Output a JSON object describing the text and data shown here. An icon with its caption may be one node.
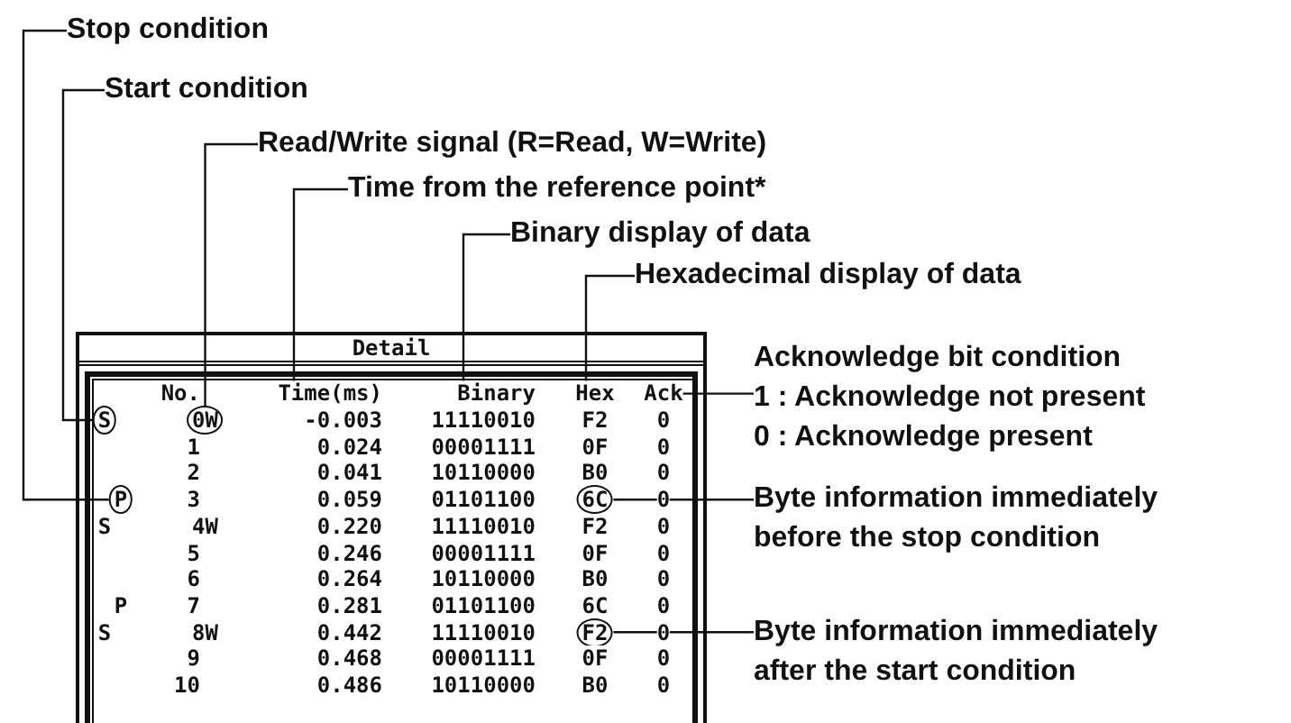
{
  "diagram": {
    "nodes": [
      {
        "text": [
          "Stop condition"
        ]
      },
      {
        "text": [
          "Start condition"
        ]
      },
      {
        "text": [
          "Read/Write signal (R=Read, W=Write)"
        ]
      },
      {
        "text": [
          "Time from the reference point*"
        ]
      },
      {
        "text": [
          "Binary display of data"
        ]
      },
      {
        "text": [
          "Hexadecimal display of data"
        ]
      },
      {
        "text": [
          "Detail"
        ]
      },
      {
        "text": [
          "Time(ms)"
        ],
        "in": 6
      },
      {
        "text": [
          "Binary"
        ],
        "in": 6
      },
      {
        "text": [
          "Hex"
        ],
        "in": 6
      },
      {
        "text": [
          "Ack"
        ],
        "in": 6
      },
      {
        "text": [
          "Acknowledge bit condition",
          "1 : Acknowledge not present",
          "0 : Acknowledge present"
        ]
      },
      {
        "text": [
          "S"
        ],
        "in": 6
      },
      {
        "text": [
          "0W"
        ],
        "in": 6
      },
      {
        "text": [
          "P"
        ],
        "in": 6
      },
      {
        "text": [
          "6C"
        ],
        "in": 6
      },
      {
        "text": [
          "Byte information immediately before the stop condition"
        ]
      },
      {
        "text": [
          "F2"
        ],
        "in": 6
      },
      {
        "text": [
          "Byte information immediately after the start condition"
        ]
      }
    ],
    "edges": [
      {
        "from": 0,
        "to": 14,
        "arrow": "none"
      },
      {
        "from": 1,
        "to": 12,
        "arrow": "none"
      },
      {
        "from": 2,
        "to": 13,
        "arrow": "none"
      },
      {
        "from": 3,
        "to": 7,
        "arrow": "none"
      },
      {
        "from": 4,
        "to": 8,
        "arrow": "none"
      },
      {
        "from": 5,
        "to": 9,
        "arrow": "none"
      },
      {
        "from": 10,
        "to": 11,
        "arrow": "none"
      },
      {
        "from": 15,
        "to": 16,
        "arrow": "none"
      },
      {
        "from": 17,
        "to": 18,
        "arrow": "none"
      }
    ],
    "labels": [
      "No.",
      "-0.003",
      "11110010",
      "F2",
      "0",
      "1",
      "0.024",
      "00001111",
      "0F",
      "0",
      "2",
      "0.041",
      "10110000",
      "B0",
      "0",
      "3",
      "0.059",
      "01101100",
      "0",
      "S",
      "4W",
      "0.220",
      "11110010",
      "F2",
      "0",
      "5",
      "0.246",
      "00001111",
      "0F",
      "0",
      "6",
      "0.264",
      "10110000",
      "B0",
      "0",
      "P",
      "7",
      "0.281",
      "01101100",
      "6C",
      "0",
      "S",
      "8W",
      "0.442",
      "11110010",
      "0",
      "9",
      "0.468",
      "00001111",
      "0F",
      "0",
      "10",
      "0.486",
      "10110000",
      "B0",
      "0"
    ]
  }
}
